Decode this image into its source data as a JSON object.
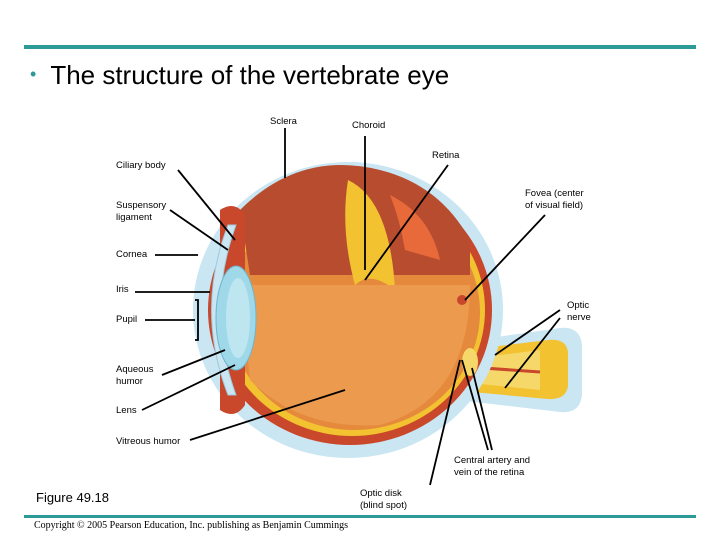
{
  "slide": {
    "title": "The structure of the vertebrate eye",
    "bullet": "•",
    "figure_label": "Figure 49.18",
    "copyright": "Copyright © 2005 Pearson Education, Inc. publishing as Benjamin Cummings"
  },
  "labels": {
    "sclera": "Sclera",
    "choroid": "Choroid",
    "retina": "Retina",
    "ciliary_body": "Ciliary body",
    "fovea_l1": "Fovea (center",
    "fovea_l2": "of visual field)",
    "suspensory_l1": "Suspensory",
    "suspensory_l2": "ligament",
    "cornea": "Cornea",
    "iris": "Iris",
    "optic_l1": "Optic",
    "optic_l2": "nerve",
    "pupil": "Pupil",
    "aqueous_l1": "Aqueous",
    "aqueous_l2": "humor",
    "lens": "Lens",
    "vitreous": "Vitreous humor",
    "central_l1": "Central artery and",
    "central_l2": "vein of the retina",
    "optic_disk_l1": "Optic disk",
    "optic_disk_l2": "(blind spot)"
  },
  "colors": {
    "accent": "#2e9a98",
    "sclera": "#c9e6f2",
    "choroid": "#c9472a",
    "retina": "#f2c230",
    "vitreous": "#e58a3c",
    "lens": "#9fd8e8"
  }
}
